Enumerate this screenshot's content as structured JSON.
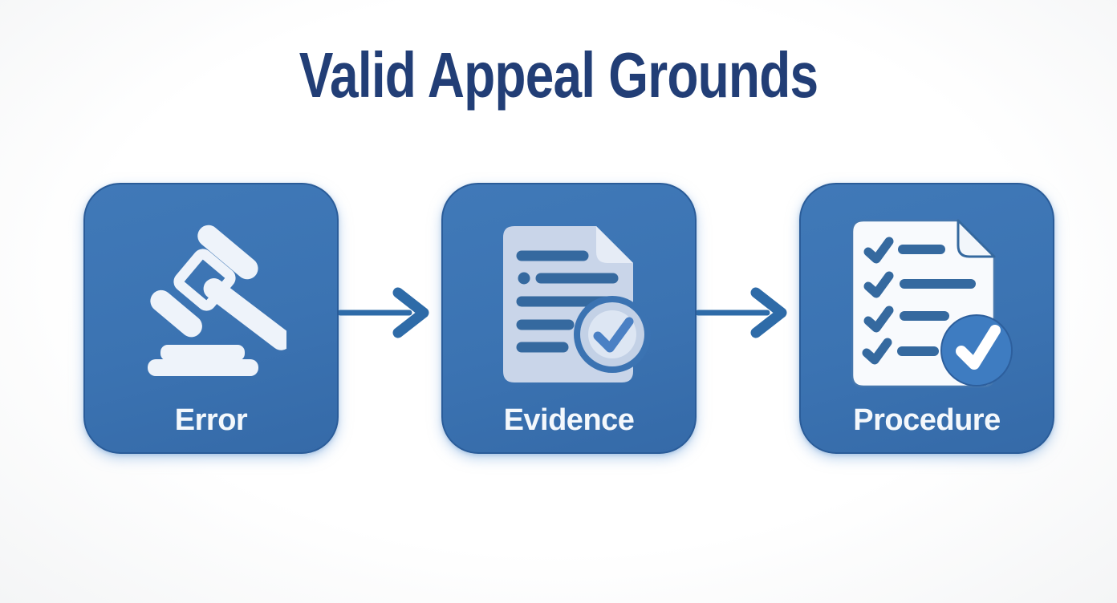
{
  "title": "Valid Appeal Grounds",
  "steps": [
    {
      "label": "Error",
      "icon": "gavel-icon"
    },
    {
      "label": "Evidence",
      "icon": "document-check-icon"
    },
    {
      "label": "Procedure",
      "icon": "checklist-check-icon"
    }
  ],
  "connectors": [
    {
      "type": "arrow-right"
    },
    {
      "type": "arrow-right"
    }
  ],
  "colors": {
    "background": "#f4f5f6",
    "card_blue": "#3b73b2",
    "card_border": "#2a5c99",
    "title_navy": "#223e76",
    "label_white": "#f4f8fc",
    "arrow_blue": "#2e6ba8",
    "icon_white": "#eef3fa",
    "paper_light_blue": "#c9d5e9",
    "paper_fold_light": "#e6ecf6",
    "doc_line_blue": "#35699f",
    "check_blue": "#4a80c4",
    "inner_disc": "#dde6f3",
    "paper_white": "#f8fafd",
    "badge_blue": "#3e7cc1"
  }
}
